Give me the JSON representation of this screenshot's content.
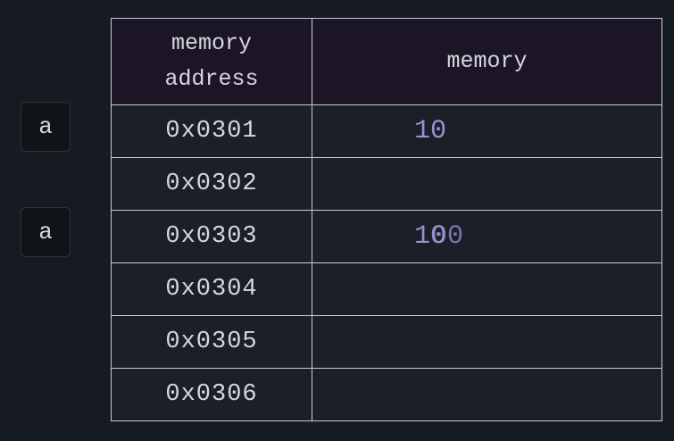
{
  "variables": [
    {
      "label": "a"
    },
    {
      "label": "a"
    }
  ],
  "table": {
    "headers": {
      "address_line1": "memory",
      "address_line2": "address",
      "memory": "memory"
    },
    "rows": [
      {
        "address": "0x0301",
        "value": "10",
        "overlay": ""
      },
      {
        "address": "0x0302",
        "value": "",
        "overlay": ""
      },
      {
        "address": "0x0303",
        "value": "10",
        "overlay": "00"
      },
      {
        "address": "0x0304",
        "value": "",
        "overlay": ""
      },
      {
        "address": "0x0305",
        "value": "",
        "overlay": ""
      },
      {
        "address": "0x0306",
        "value": "",
        "overlay": ""
      }
    ]
  },
  "colors": {
    "background": "#151b21",
    "header_bg": "#1c1526",
    "cell_bg": "#1b2028",
    "value_text": "#9b8fd3"
  }
}
